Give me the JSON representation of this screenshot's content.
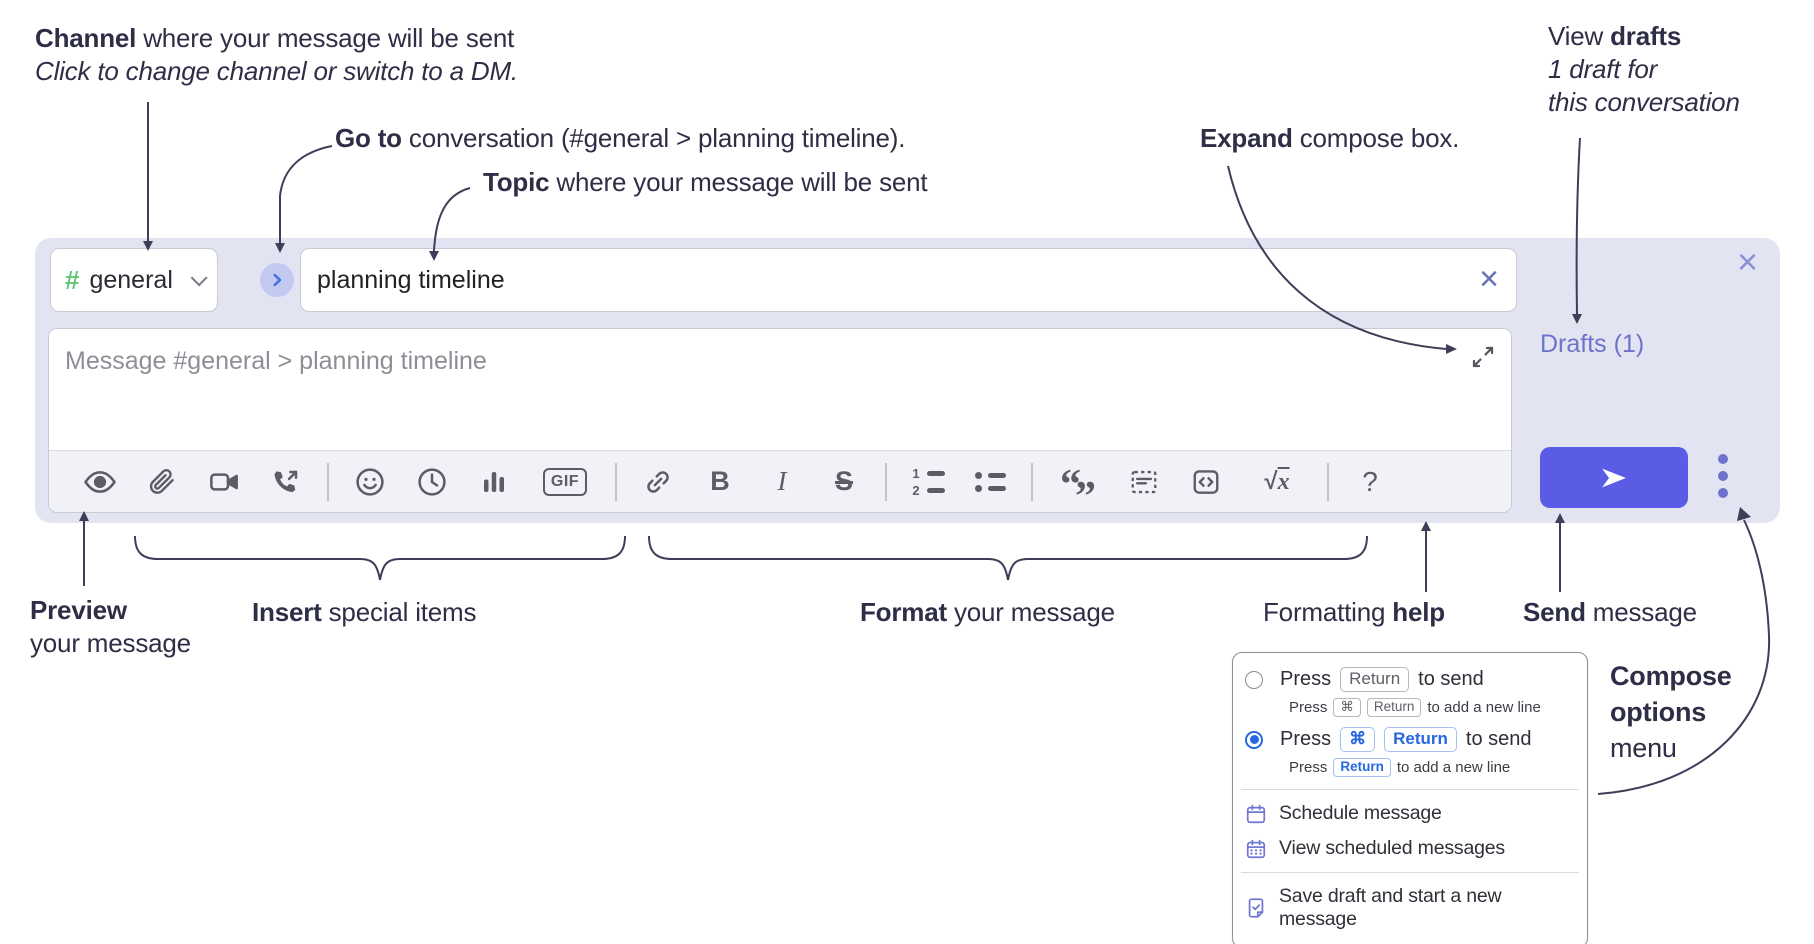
{
  "annotations": {
    "channel": {
      "bold": "Channel",
      "rest": " where your message will be sent",
      "line2": "Click to change channel or switch to a DM."
    },
    "goto": {
      "bold": "Go to",
      "rest": " conversation (#general > planning timeline)."
    },
    "topic": {
      "bold": "Topic",
      "rest": " where your message will be sent"
    },
    "expand": {
      "bold": "Expand",
      "rest": " compose box."
    },
    "drafts": {
      "line1_pre": "View ",
      "line1_bold": "drafts",
      "line2": "1 draft for",
      "line3": "this conversation"
    },
    "preview": {
      "bold": "Preview",
      "line2": "your message"
    },
    "insert": {
      "bold": "Insert",
      "rest": " special items"
    },
    "format": {
      "bold": "Format",
      "rest": " your message"
    },
    "help": {
      "pre": "Formatting ",
      "bold": "help"
    },
    "send": {
      "bold": "Send",
      "rest": " message"
    },
    "compose_options": {
      "line1": "Compose",
      "line2": "options",
      "line3": "menu"
    }
  },
  "compose": {
    "channel_name": "general",
    "topic_value": "planning timeline",
    "message_placeholder": "Message #general > planning timeline",
    "drafts_link": "Drafts (1)"
  },
  "icons": {
    "hash": "#",
    "gif": "GIF",
    "bold": "B",
    "italic": "I",
    "strike": "S",
    "sqrt": "√",
    "math_x": "x",
    "help": "?",
    "quote_open": "“",
    "quote_close": "”",
    "ol1": "1",
    "ol2": "2",
    "close": "×"
  },
  "menu": {
    "opt1": {
      "press": "Press",
      "key": "Return",
      "suffix": "to send"
    },
    "opt1_sub": {
      "press": "Press",
      "key1": "⌘",
      "key2": "Return",
      "suffix": "to add a new line"
    },
    "opt2": {
      "press": "Press",
      "key1": "⌘",
      "key2": "Return",
      "suffix": "to send"
    },
    "opt2_sub": {
      "press": "Press",
      "key": "Return",
      "suffix": "to add a new line"
    },
    "items": [
      {
        "label": "Schedule message"
      },
      {
        "label": "View scheduled messages"
      },
      {
        "label": "Save draft and start a new message"
      }
    ]
  },
  "colors": {
    "panel_bg": "#e2e4f2",
    "send_accent": "#5b5ce6",
    "link_purple": "#6d73cc",
    "hash_green": "#61c577",
    "key_blue": "#2767df",
    "annotation_ink": "#2e2e46",
    "toolbar_icon": "#5c5c66"
  }
}
